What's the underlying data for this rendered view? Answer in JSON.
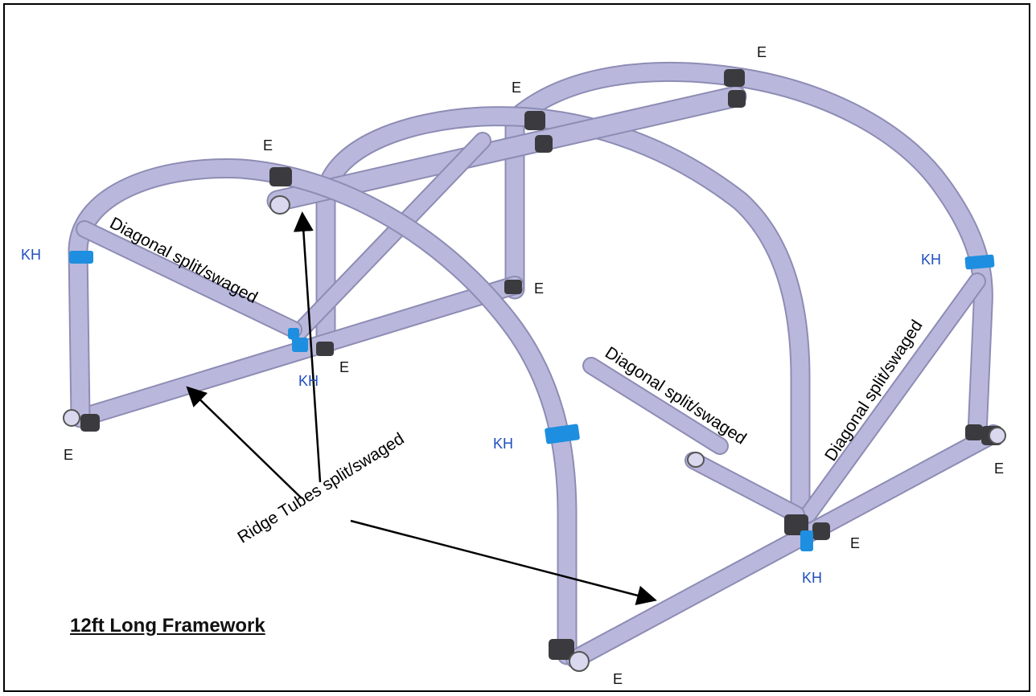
{
  "title": "12ft Long Framework",
  "labels": {
    "end_fitting": "E",
    "keyhole_clamp": "KH",
    "diagonal_note": "Diagonal split/swaged",
    "ridge_note": "Ridge Tubes split/swaged"
  },
  "colors": {
    "tube": "#b9b8dc",
    "tube_edge": "#8d8cb4",
    "fitting": "#3b3b3f",
    "kh_clamp": "#1e8fe0",
    "kh_text": "#1f4fbf"
  }
}
